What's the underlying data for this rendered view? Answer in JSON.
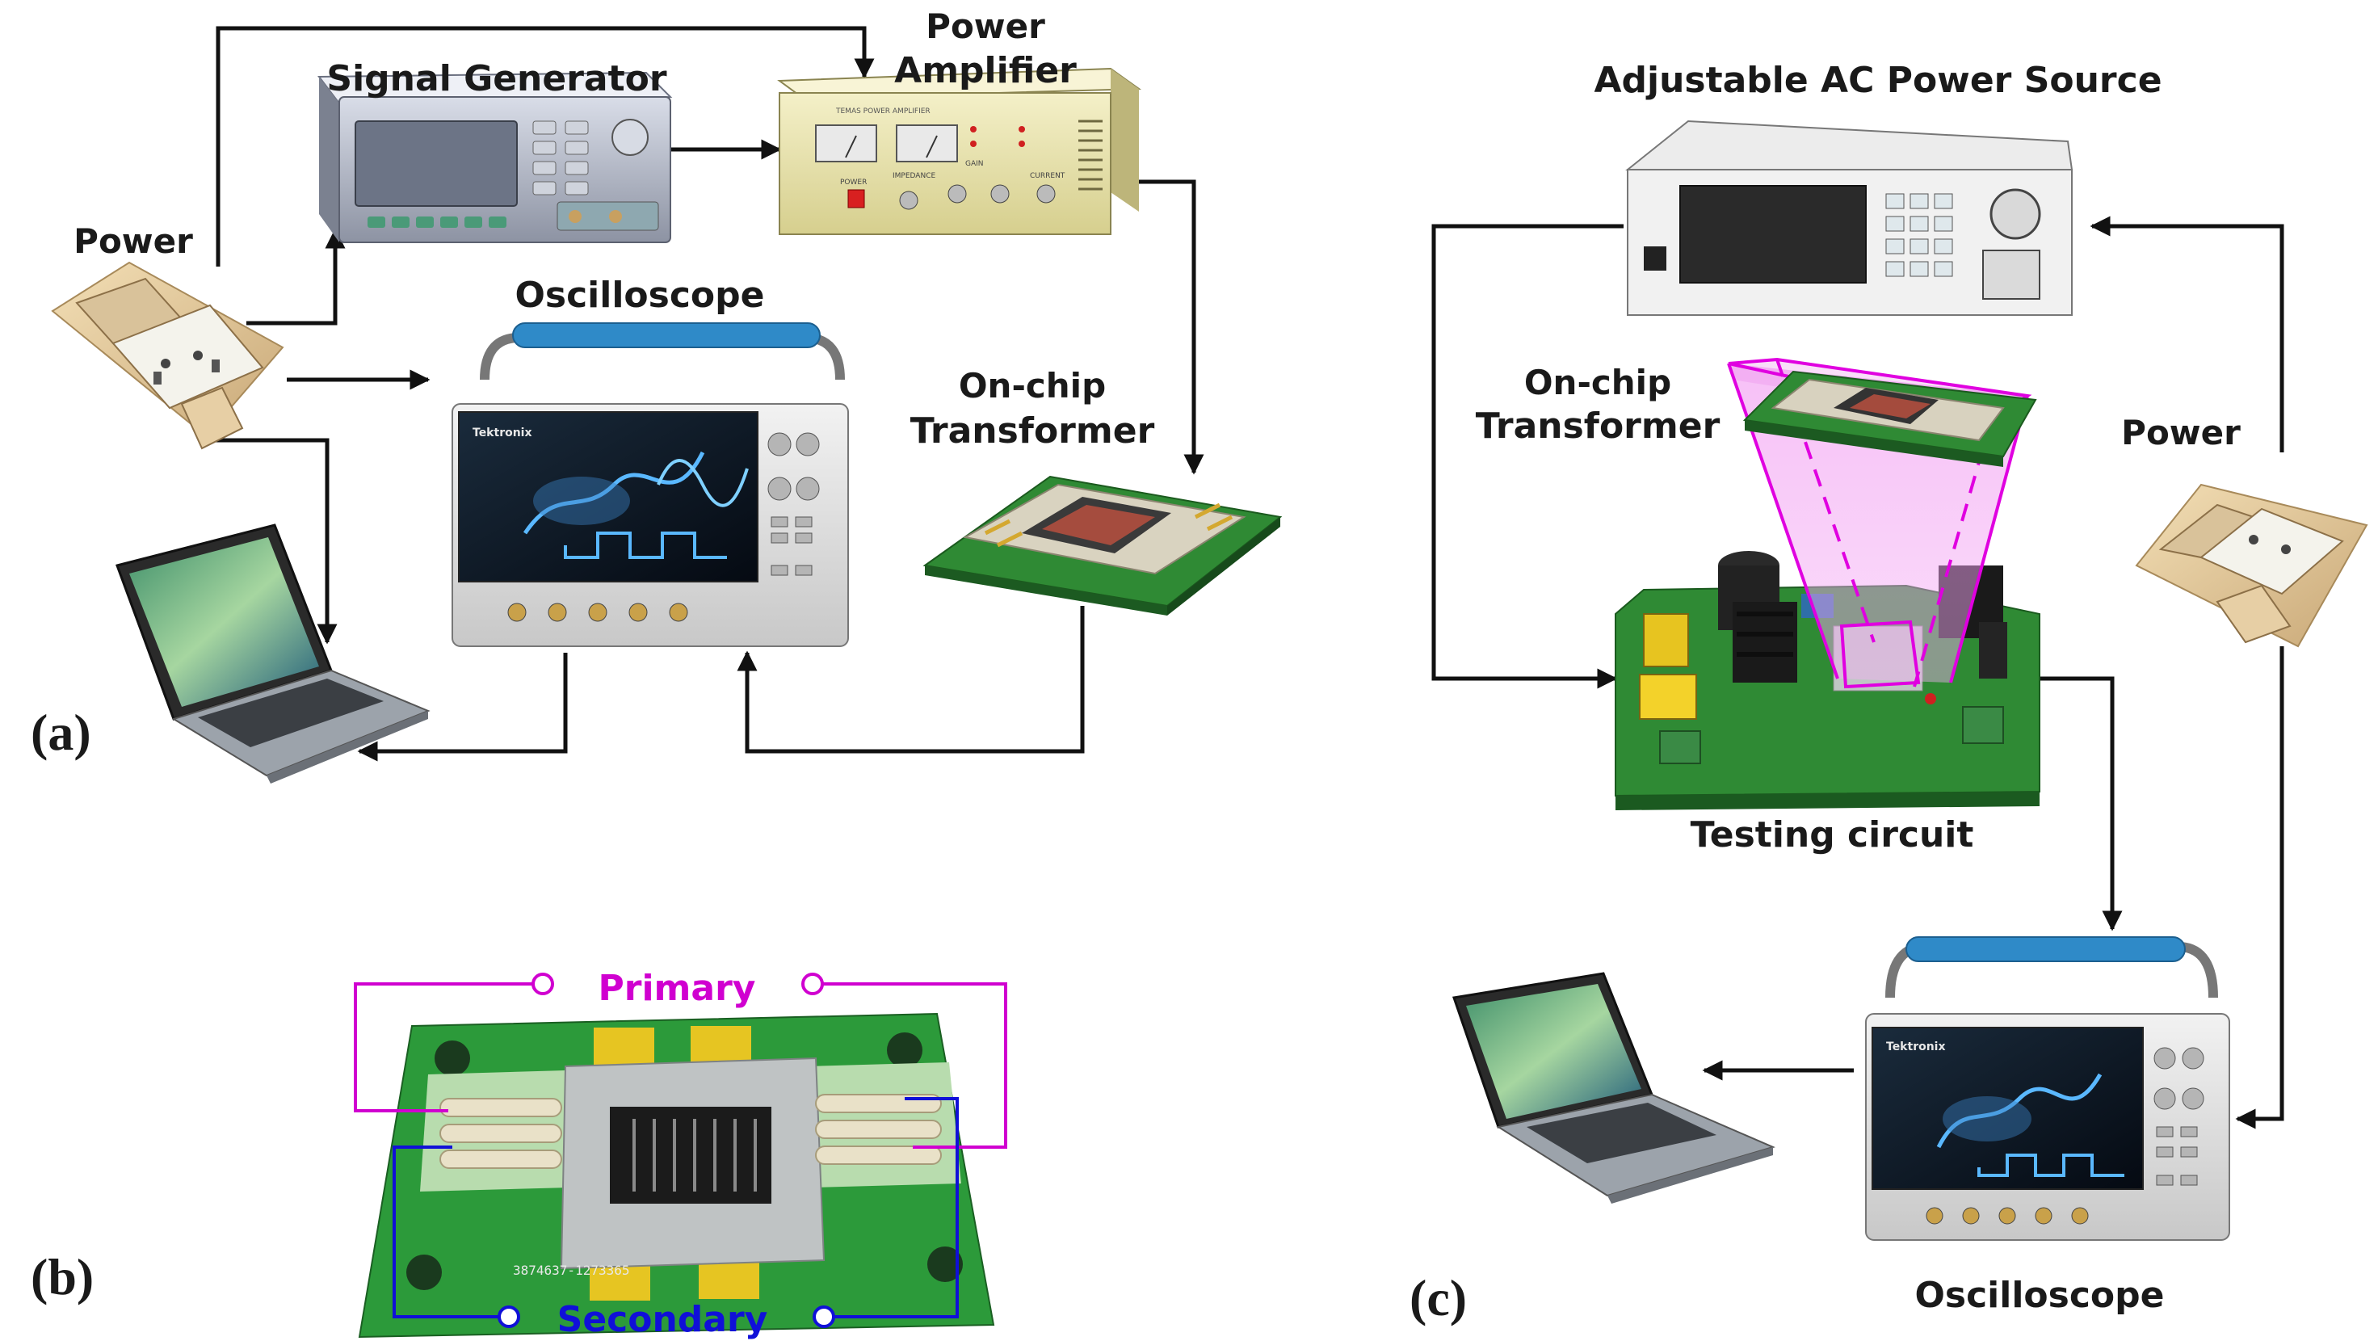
{
  "panels": {
    "a": "(a)",
    "b": "(b)",
    "c": "(c)"
  },
  "labels": {
    "signal_generator": "Signal Generator",
    "power_amplifier_line1": "Power",
    "power_amplifier_line2": "Amplifier",
    "power_a": "Power",
    "oscilloscope_a": "Oscilloscope",
    "onchip_a_line1": "On-chip",
    "onchip_a_line2": "Transformer",
    "primary": "Primary",
    "secondary": "Secondary",
    "ac_source": "Adjustable AC Power Source",
    "onchip_c_line1": "On-chip",
    "onchip_c_line2": "Transformer",
    "power_c": "Power",
    "testing_circuit": "Testing circuit",
    "oscilloscope_c": "Oscilloscope"
  },
  "device_text": {
    "amp_title": "TEMAS POWER AMPLIFIER",
    "amp_power": "POWER",
    "amp_impedance": "IMPEDANCE",
    "amp_gain": "GAIN",
    "amp_current": "CURRENT",
    "scope_brand": "Tektronix",
    "board_serial": "3874637-1273365"
  },
  "colors": {
    "primary": "#d000d0",
    "secondary": "#1010d8",
    "pcb": "#1f8a2c",
    "projection": "#e000e0"
  }
}
